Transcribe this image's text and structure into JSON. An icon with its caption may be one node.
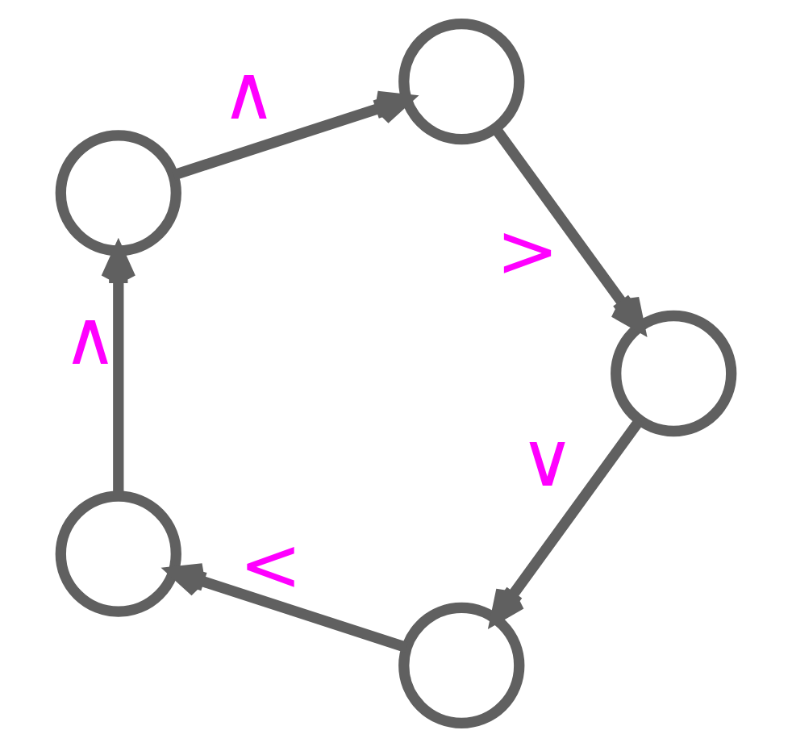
{
  "diagram": {
    "nodes": [
      {
        "text": [],
        "shape": "circle"
      },
      {
        "text": [],
        "shape": "circle"
      },
      {
        "text": [],
        "shape": "circle"
      },
      {
        "text": [],
        "shape": "circle"
      },
      {
        "text": [],
        "shape": "circle"
      }
    ],
    "edges": [
      {
        "from": 0,
        "to": 1,
        "arrow": "to",
        "label": "<"
      },
      {
        "from": 1,
        "to": 2,
        "arrow": "to",
        "label": "∧"
      },
      {
        "from": 2,
        "to": 3,
        "arrow": "to",
        "label": "∧"
      },
      {
        "from": 3,
        "to": 4,
        "arrow": "to",
        "label": ">"
      },
      {
        "from": 4,
        "to": 0,
        "arrow": "to",
        "label": "∨"
      }
    ]
  }
}
